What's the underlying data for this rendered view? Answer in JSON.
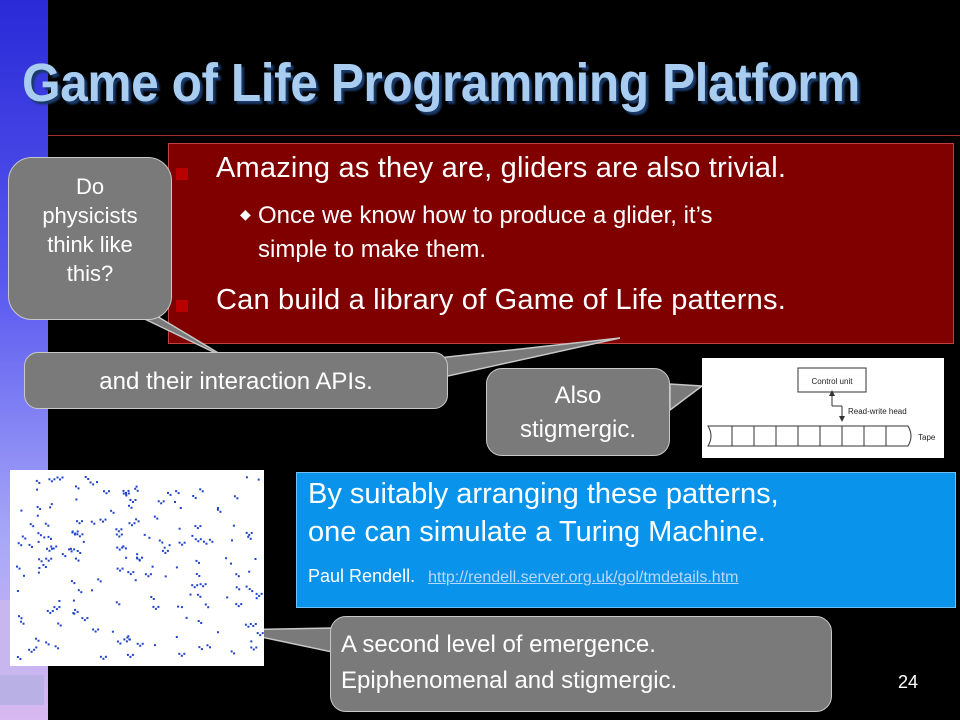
{
  "slide": {
    "title": "Game of Life Programming Platform",
    "page_number": "24"
  },
  "red_box": {
    "bullet1": "Amazing as they are, gliders are also trivial.",
    "sub1_line1": "Once we know how to produce a glider, it’s",
    "sub1_line2": "simple to make them.",
    "bullet2": "Can build a library of Game of Life patterns."
  },
  "callouts": {
    "physicists_line1": "Do",
    "physicists_line2": "physicists",
    "physicists_line3": "think like",
    "physicists_line4": "this?",
    "apis": "and their interaction APIs.",
    "stigmergic_line1": "Also",
    "stigmergic_line2": "stigmergic.",
    "emergence_line1": "A second level of emergence.",
    "emergence_line2": "Epiphenomenal and stigmergic."
  },
  "turing_diagram": {
    "control_unit": "Control unit",
    "head": "Read-write head",
    "tape": "Tape"
  },
  "blue_box": {
    "line1": "By suitably arranging these patterns,",
    "line2": "one can simulate a Turing Machine.",
    "citation": "Paul Rendell.",
    "link": "http://rendell.server.org.uk/gol/tmdetails.htm"
  },
  "colors": {
    "title": "#a9cdf0",
    "red_box": "#800000",
    "blue_box": "#0a93ea",
    "callout": "#7a7a7a"
  }
}
